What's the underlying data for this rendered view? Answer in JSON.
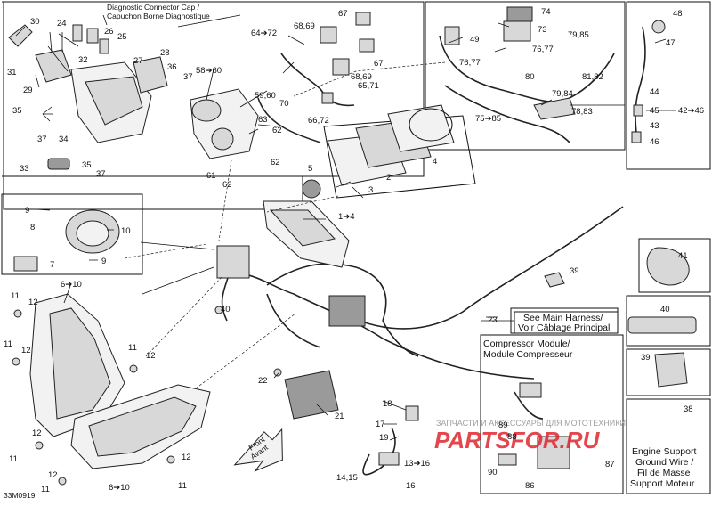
{
  "diagram": {
    "code": "33M0919",
    "callouts": {
      "c30": "30",
      "c24": "24",
      "c26": "26",
      "c25": "25",
      "c31": "31",
      "c32": "32",
      "c29": "29",
      "c27": "27",
      "c28": "28",
      "c36": "36",
      "c37a": "37",
      "c35": "35",
      "c37b": "37",
      "c34": "34",
      "c33": "33",
      "c35b": "35",
      "c37c": "37",
      "c58": "58➔60",
      "c59": "59,60",
      "c63": "63",
      "c62a": "62",
      "c62b": "62",
      "c61": "61",
      "c62c": "62",
      "c64": "64➔72",
      "c6869a": "68,69",
      "c67a": "67",
      "c67b": "67",
      "c6869b": "68,69",
      "c6571": "65,71",
      "c70": "70",
      "c6672": "66,72",
      "c74": "74",
      "c49": "49",
      "c73": "73",
      "c7677a": "76,77",
      "c7677b": "76,77",
      "c80": "80",
      "c7985": "79,85",
      "c8182": "81,82",
      "c7984": "79,84",
      "c7883": "78,83",
      "c7585": "75➔85",
      "c48": "48",
      "c47": "47",
      "c44": "44",
      "c45": "45",
      "c43": "43",
      "c46": "46",
      "c4246": "42➔46",
      "c5": "5",
      "c2": "2",
      "c3": "3",
      "c4": "4",
      "c14": "1➔4",
      "c9a": "9",
      "c10": "10",
      "c8": "8",
      "c7": "7",
      "c9b": "9",
      "c610a": "6➔10",
      "c11a": "11",
      "c12a": "12",
      "c11b": "11",
      "c12b": "12",
      "c11c": "11",
      "c12c": "12",
      "c11d": "11",
      "c12d": "12",
      "c11e": "11",
      "c12e": "12",
      "c11f": "11",
      "c12f": "12",
      "c610b": "6➔10",
      "c40a": "40",
      "c41": "41",
      "c39a": "39",
      "c23": "23",
      "c40b": "40",
      "c39b": "39",
      "c22": "22",
      "c21": "21",
      "c18": "18",
      "c17": "17",
      "c19": "19",
      "c1316": "13➔16",
      "c1415": "14,15",
      "c16": "16",
      "c89": "89",
      "c88": "88",
      "c87": "87",
      "c90": "90",
      "c86": "86",
      "c38": "38"
    },
    "labels": {
      "diag_cap_line1": "Diagnostic Connector Cap /",
      "diag_cap_line2": "Capuchon Borne Diagnostique",
      "main_harness_line1": "See Main Harness/",
      "main_harness_line2": "Voir Câblage Principal",
      "compressor_line1": "Compressor Module/",
      "compressor_line2": "Module Compresseur",
      "front_line1": "Front",
      "front_line2": "Avant",
      "engine_support_1": "Engine Support",
      "engine_support_2": "Ground Wire /",
      "engine_support_3": "Fil de Masse",
      "engine_support_4": "Support Moteur"
    },
    "watermark": {
      "line1": "ЗАПЧАСТИ И АКСЕССУАРЫ ДЛЯ МОТОТЕХНИКИ",
      "line2": "PARTSFOR.RU"
    },
    "colors": {
      "ink": "#111111",
      "watermark": "#e0262f"
    }
  }
}
